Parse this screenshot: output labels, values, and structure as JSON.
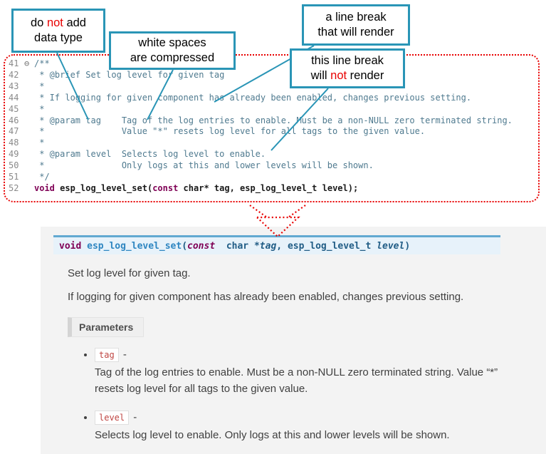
{
  "colors": {
    "callout_border": "#2a95b6",
    "connector": "#2a95b6",
    "highlight_red": "#e80000",
    "comment_text": "#4f7a8f",
    "keyword_text": "#7f0055",
    "signature_bg": "#e7f2fa",
    "signature_border": "#62a9d1",
    "param_code_text": "#bf4542"
  },
  "callouts": [
    {
      "name": "do-not-add-data-type",
      "lines": [
        [
          {
            "t": "do "
          },
          {
            "t": "not",
            "red": true
          },
          {
            "t": " add"
          }
        ],
        [
          {
            "t": "data type"
          }
        ]
      ]
    },
    {
      "name": "white-spaces-compressed",
      "lines": [
        [
          {
            "t": "white spaces"
          }
        ],
        [
          {
            "t": "are  compressed"
          }
        ]
      ]
    },
    {
      "name": "line-break-that-renders",
      "lines": [
        [
          {
            "t": "a line break"
          }
        ],
        [
          {
            "t": "that will render"
          }
        ]
      ]
    },
    {
      "name": "line-break-that-does-not-render",
      "lines": [
        [
          {
            "t": "this line break"
          }
        ],
        [
          {
            "t": "will "
          },
          {
            "t": "not",
            "red": true
          },
          {
            "t": " render"
          }
        ]
      ]
    }
  ],
  "code": {
    "fold_glyph": "⊖",
    "lines": [
      {
        "n": "41",
        "fold": true,
        "segs": [
          {
            "t": "/**",
            "c": "cmt"
          }
        ]
      },
      {
        "n": "42",
        "segs": [
          {
            "t": " * @brief Set log level for given tag",
            "c": "cmt"
          }
        ]
      },
      {
        "n": "43",
        "segs": [
          {
            "t": " *",
            "c": "cmt"
          }
        ]
      },
      {
        "n": "44",
        "segs": [
          {
            "t": " * If logging for given component has already been enabled, changes previous setting.",
            "c": "cmt"
          }
        ]
      },
      {
        "n": "45",
        "segs": [
          {
            "t": " *",
            "c": "cmt"
          }
        ]
      },
      {
        "n": "46",
        "segs": [
          {
            "t": " * @param tag    Tag of the log entries to enable. Must be a non-NULL zero terminated string.",
            "c": "cmt"
          }
        ]
      },
      {
        "n": "47",
        "segs": [
          {
            "t": " *               Value \"*\" resets log level for all tags to the given value.",
            "c": "cmt"
          }
        ]
      },
      {
        "n": "48",
        "segs": [
          {
            "t": " *",
            "c": "cmt"
          }
        ]
      },
      {
        "n": "49",
        "segs": [
          {
            "t": " * @param level  Selects log level to enable.",
            "c": "cmt"
          }
        ]
      },
      {
        "n": "50",
        "segs": [
          {
            "t": " *               Only logs at this and lower levels will be shown.",
            "c": "cmt"
          }
        ]
      },
      {
        "n": "51",
        "segs": [
          {
            "t": " */",
            "c": "cmt"
          }
        ]
      },
      {
        "n": "52",
        "segs": [
          {
            "t": "void",
            "c": "kw"
          },
          {
            "t": " ",
            "c": "pl"
          },
          {
            "t": "esp_log_level_set",
            "c": "fn"
          },
          {
            "t": "(",
            "c": "pl"
          },
          {
            "t": "const",
            "c": "kw"
          },
          {
            "t": " char* tag, esp_log_level_t level);",
            "c": "pl"
          }
        ]
      }
    ]
  },
  "doc": {
    "signature": [
      {
        "t": "void ",
        "c": "kw"
      },
      {
        "t": "esp_log_level_set",
        "c": "name"
      },
      {
        "t": "(",
        "c": ""
      },
      {
        "t": "const",
        "c": "kw it"
      },
      {
        "t": "  char *",
        "c": ""
      },
      {
        "t": "tag",
        "c": "it"
      },
      {
        "t": ", ",
        "c": ""
      },
      {
        "t": "esp_log_level_t ",
        "c": ""
      },
      {
        "t": "level",
        "c": "it"
      },
      {
        "t": ")",
        "c": ""
      }
    ],
    "brief": "Set log level for given tag.",
    "details": "If logging for given component has already been enabled, changes previous setting.",
    "parameters_label": "Parameters",
    "parameters": [
      {
        "term": "tag",
        "sep": " -",
        "desc": "Tag of the log entries to enable. Must be a non-NULL zero terminated string. Value “*” resets log level for all tags to the given value."
      },
      {
        "term": "level",
        "sep": " -",
        "desc": "Selects log level to enable. Only logs at this and lower levels will be shown."
      }
    ]
  }
}
